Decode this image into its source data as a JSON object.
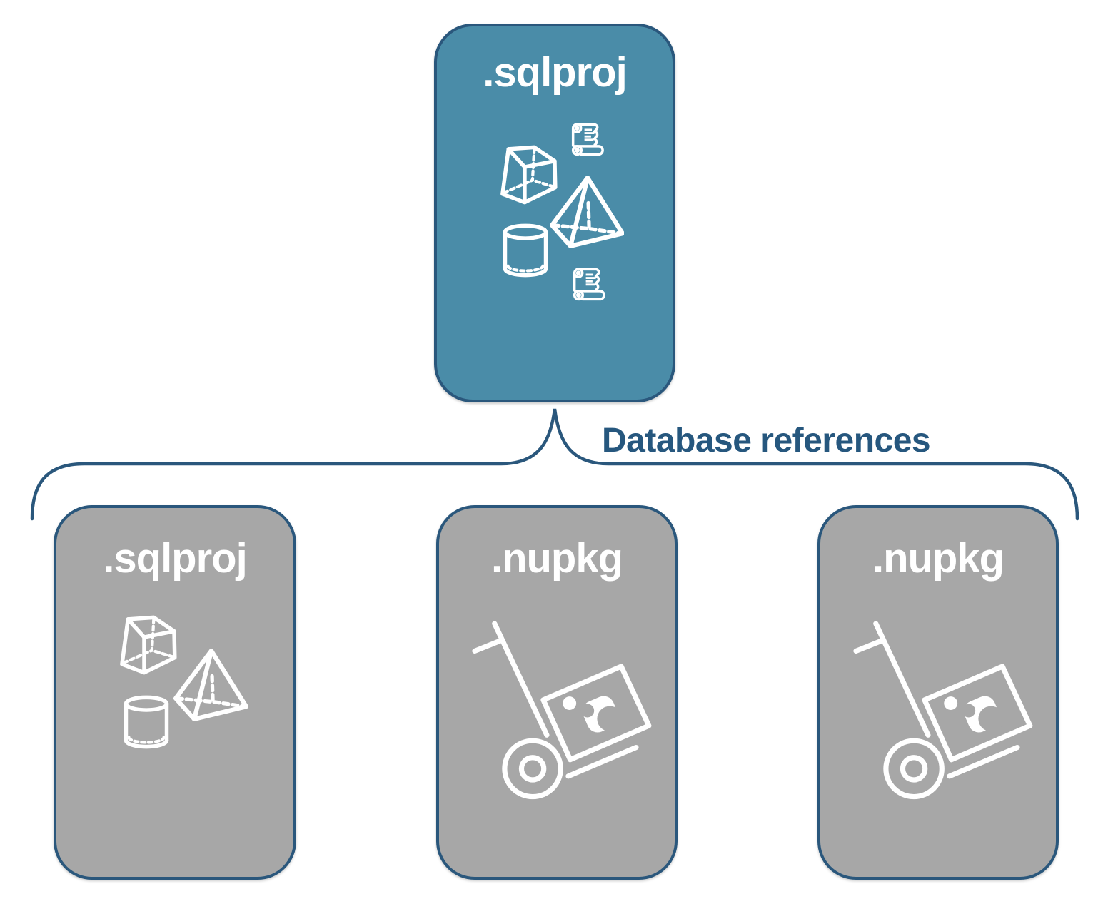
{
  "colors": {
    "parent_fill": "#4A8CA8",
    "child_fill": "#A7A7A7",
    "outline": "#2A577C",
    "label_text": "#26577E",
    "icon_stroke": "#FFFFFF"
  },
  "parent_box": {
    "label": ".sqlproj",
    "icons": [
      "cube-icon",
      "sql-script-scroll-icon",
      "pyramid-icon",
      "database-cylinder-icon",
      "sql-script-scroll-icon"
    ]
  },
  "connector": {
    "label": "Database references"
  },
  "child_boxes": [
    {
      "label": ".sqlproj",
      "icons": [
        "cube-icon",
        "pyramid-icon",
        "database-cylinder-icon"
      ]
    },
    {
      "label": ".nupkg",
      "icons": [
        "nuget-package-handtruck-icon"
      ]
    },
    {
      "label": ".nupkg",
      "icons": [
        "nuget-package-handtruck-icon"
      ]
    }
  ]
}
